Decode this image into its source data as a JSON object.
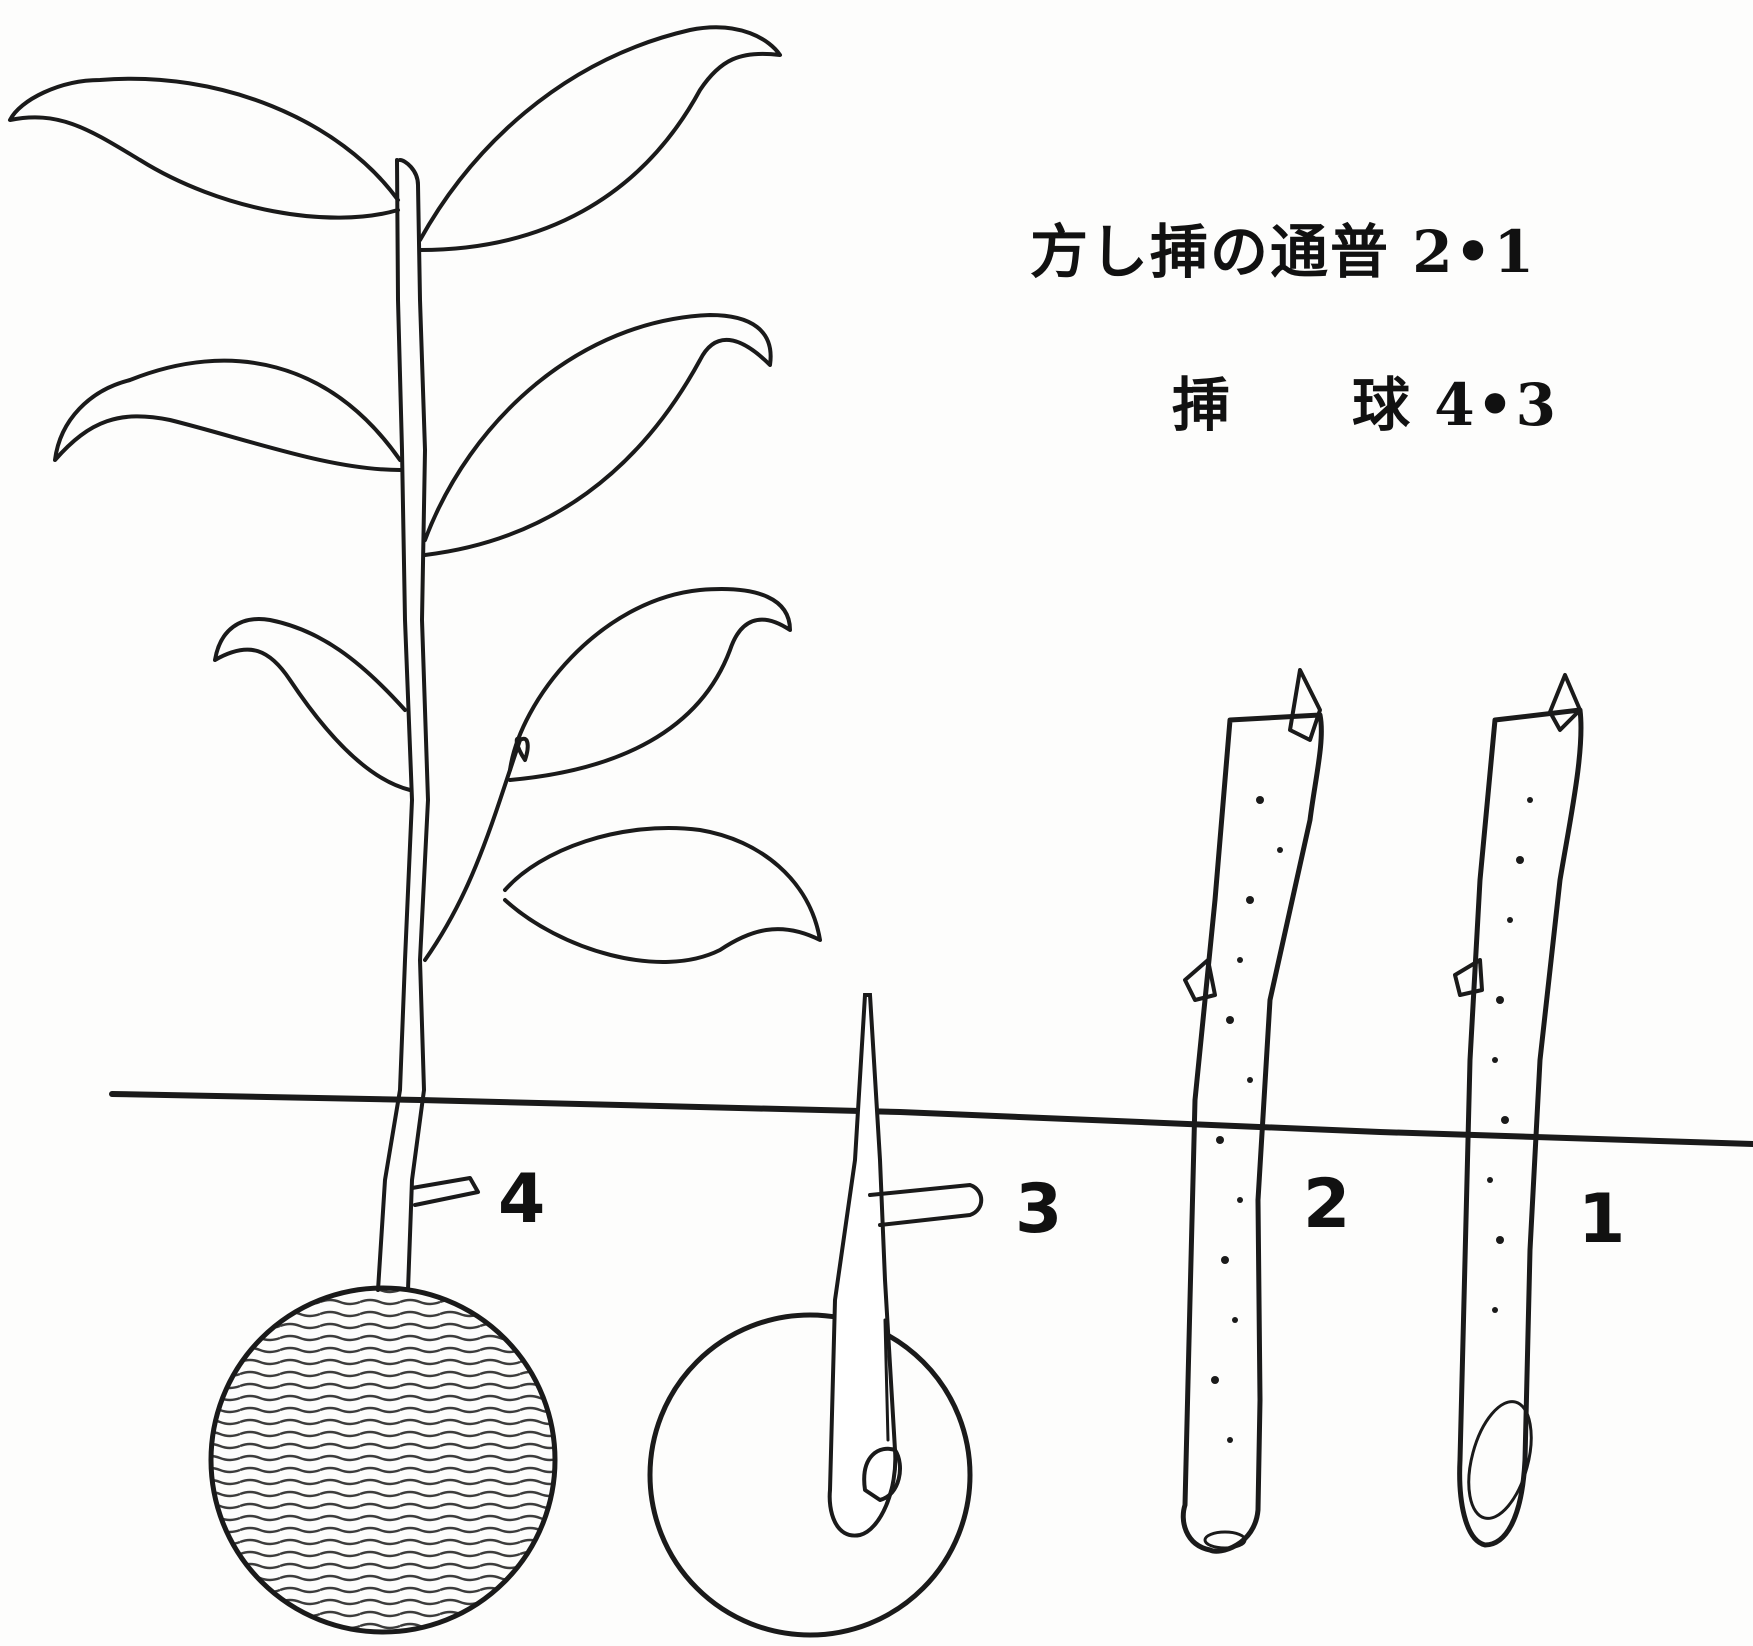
{
  "captions": {
    "line1": "方し挿の通普 2•1",
    "line2": "挿　　球 4•3"
  },
  "labels": {
    "item4": "4",
    "item3": "3",
    "item2": "2",
    "item1": "1"
  },
  "colors": {
    "ink": "#1a1a1a",
    "paper": "#fdfdfc"
  }
}
